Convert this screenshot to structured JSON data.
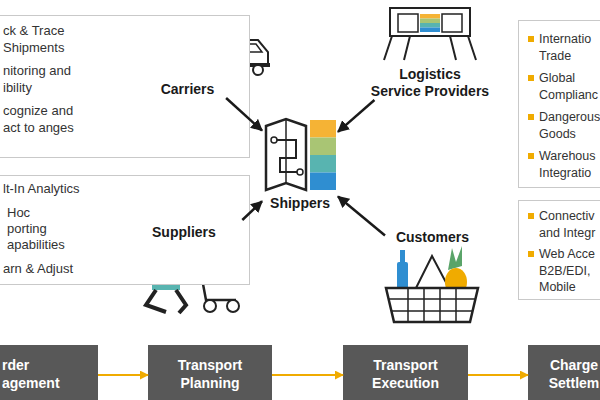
{
  "diagram": {
    "nodes": [
      {
        "text": [
          "ck & Trace Shipments",
          "nitoring and ibility",
          "cognize and act to anges"
        ]
      },
      {
        "text": [
          "Carriers"
        ]
      },
      {
        "text": [
          "Logistics Service Providers"
        ]
      },
      {
        "text": [
          "Internatio Trade",
          "Global Complianc",
          "Dangerous Goods",
          "Warehous Integratio"
        ]
      },
      {
        "text": [
          "lt-In Analytics",
          "Hoc porting apabilities",
          "arn & Adjust"
        ]
      },
      {
        "text": [
          "Shippers"
        ]
      },
      {
        "text": [
          "Suppliers"
        ]
      },
      {
        "text": [
          "Customers"
        ]
      },
      {
        "text": [
          "Connectiv and Integr",
          "Web Acce B2B/EDI, Mobile"
        ]
      },
      {
        "text": [
          "rder agement"
        ]
      },
      {
        "text": [
          "Transport Planning"
        ]
      },
      {
        "text": [
          "Transport Execution"
        ]
      },
      {
        "text": [
          "Charge Settlem"
        ]
      }
    ],
    "edges": [
      {
        "from": 1,
        "to": 5,
        "arrow": "to"
      },
      {
        "from": 2,
        "to": 5,
        "arrow": "to"
      },
      {
        "from": 6,
        "to": 5,
        "arrow": "to"
      },
      {
        "from": 7,
        "to": 5,
        "arrow": "to"
      },
      {
        "from": 9,
        "to": 10,
        "arrow": "to"
      },
      {
        "from": 10,
        "to": 11,
        "arrow": "to"
      },
      {
        "from": 11,
        "to": 12,
        "arrow": "to"
      }
    ]
  }
}
